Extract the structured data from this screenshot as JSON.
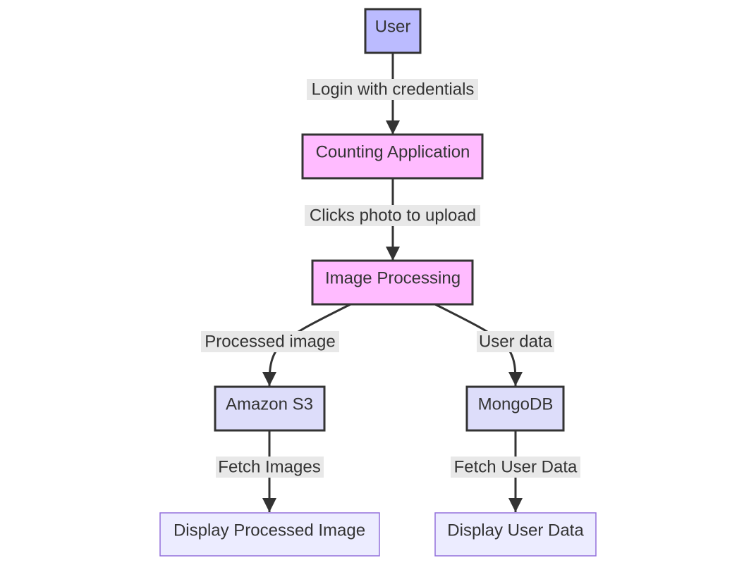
{
  "diagram": {
    "colors": {
      "line": "#333333",
      "text": "#333333",
      "label_bg": "#e8e8e8",
      "user_fill": "#bbbbff",
      "app_fill": "#ffbbff",
      "storage_fill": "#ddddfa",
      "display_fill": "#ececff",
      "display_stroke": "#9370db"
    },
    "nodes": {
      "user": "User",
      "counting_app": "Counting Application",
      "image_processing": "Image Processing",
      "amazon_s3": "Amazon S3",
      "mongodb": "MongoDB",
      "display_image": "Display Processed Image",
      "display_user": "Display User Data"
    },
    "edges": {
      "login": "Login with credentials",
      "upload": "Clicks photo to upload",
      "processed": "Processed image",
      "user_data": "User data",
      "fetch_images": "Fetch Images",
      "fetch_user_data": "Fetch User Data"
    }
  }
}
